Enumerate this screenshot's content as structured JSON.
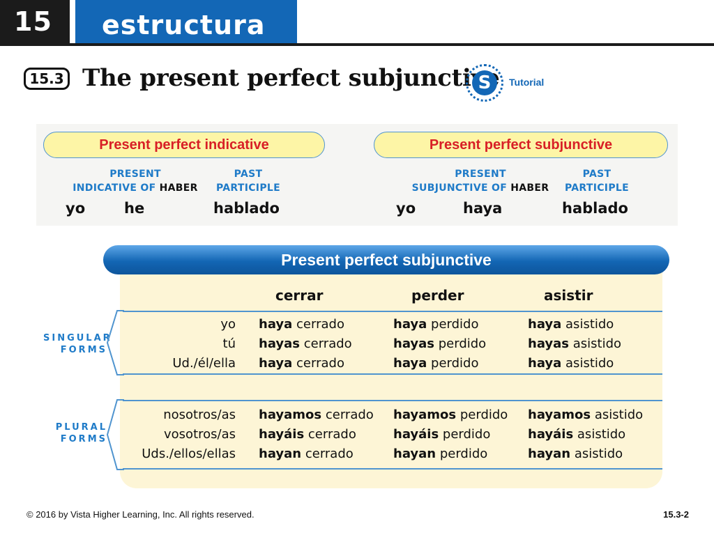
{
  "header": {
    "chapter_number": "15",
    "chapter_title": "estructura"
  },
  "section": {
    "number": "15.3",
    "title": "The present perfect subjunctive",
    "tutorial_icon_letter": "S",
    "tutorial_label": "Tutorial"
  },
  "comparison": {
    "indicative": {
      "title": "Present perfect indicative",
      "aux_head_line1": "PRESENT",
      "aux_head_line2_prefix": "INDICATIVE OF ",
      "aux_head_line2_haber": "HABER",
      "part_head_line1": "PAST",
      "part_head_line2": "PARTICIPLE",
      "pronoun": "yo",
      "aux": "he",
      "participle": "hablado"
    },
    "subjunctive": {
      "title": "Present perfect subjunctive",
      "aux_head_line1": "PRESENT",
      "aux_head_line2_prefix": "SUBJUNCTIVE OF ",
      "aux_head_line2_haber": "HABER",
      "part_head_line1": "PAST",
      "part_head_line2": "PARTICIPLE",
      "pronoun": "yo",
      "aux": "haya",
      "participle": "hablado"
    }
  },
  "table": {
    "title": "Present perfect subjunctive",
    "verbs": [
      "cerrar",
      "perder",
      "asistir"
    ],
    "singular_label_line1": "SINGULAR",
    "singular_label_line2": "FORMS",
    "plural_label_line1": "PLURAL",
    "plural_label_line2": "FORMS",
    "singular": [
      {
        "pronoun": "yo",
        "aux": "haya",
        "p1": "cerrado",
        "p2": "perdido",
        "p3": "asistido"
      },
      {
        "pronoun": "tú",
        "aux": "hayas",
        "p1": "cerrado",
        "p2": "perdido",
        "p3": "asistido"
      },
      {
        "pronoun": "Ud./él/ella",
        "aux": "haya",
        "p1": "cerrado",
        "p2": "perdido",
        "p3": "asistido"
      }
    ],
    "plural": [
      {
        "pronoun": "nosotros/as",
        "aux": "hayamos",
        "p1": "cerrado",
        "p2": "perdido",
        "p3": "asistido"
      },
      {
        "pronoun": "vosotros/as",
        "aux": "hayáis",
        "p1": "cerrado",
        "p2": "perdido",
        "p3": "asistido"
      },
      {
        "pronoun": "Uds./ellos/ellas",
        "aux": "hayan",
        "p1": "cerrado",
        "p2": "perdido",
        "p3": "asistido"
      }
    ]
  },
  "footer": {
    "copyright": "© 2016 by Vista Higher Learning, Inc. All rights reserved.",
    "page": "15.3-2"
  },
  "colors": {
    "brand_blue": "#1367b6",
    "heading_red": "#d81f26",
    "pill_yellow": "#fdf5a6",
    "table_bg": "#fdf5d6",
    "label_blue": "#1f7bc8"
  }
}
